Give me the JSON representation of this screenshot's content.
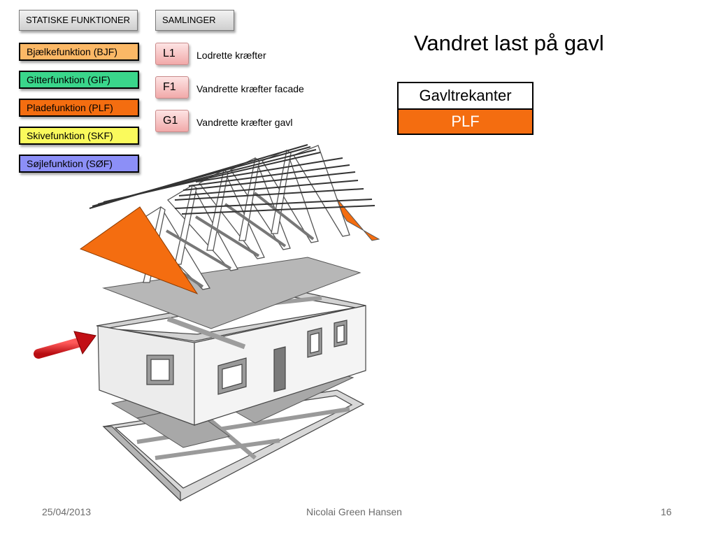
{
  "header": {
    "statiske_funktioner": "STATISKE FUNKTIONER",
    "samlinger": "SAMLINGER"
  },
  "legend": [
    {
      "label": "Bjælkefunktion (BJF)",
      "color": "#fbb866"
    },
    {
      "label": "Gitterfunktion (GIF)",
      "color": "#3ad68b"
    },
    {
      "label": "Pladefunktion (PLF)",
      "color": "#f46d10"
    },
    {
      "label": "Skivefunktion (SKF)",
      "color": "#fafa5c"
    },
    {
      "label": "Søjlefunktion (SØF)",
      "color": "#8c8ff7"
    }
  ],
  "connections": [
    {
      "code": "L1",
      "label": "Lodrette kræfter"
    },
    {
      "code": "F1",
      "label": "Vandrette kræfter facade"
    },
    {
      "code": "G1",
      "label": "Vandrette kræfter gavl"
    }
  ],
  "title": "Vandret last på gavl",
  "info_table": {
    "header": "Gavltrekanter",
    "value": "PLF"
  },
  "footer": {
    "date": "25/04/2013",
    "author": "Nicolai Green Hansen",
    "page": "16"
  },
  "colors": {
    "accent": "#f46d10",
    "arrow": "#e2121b"
  },
  "icons": {
    "load_arrow": "red-arrow-icon"
  }
}
